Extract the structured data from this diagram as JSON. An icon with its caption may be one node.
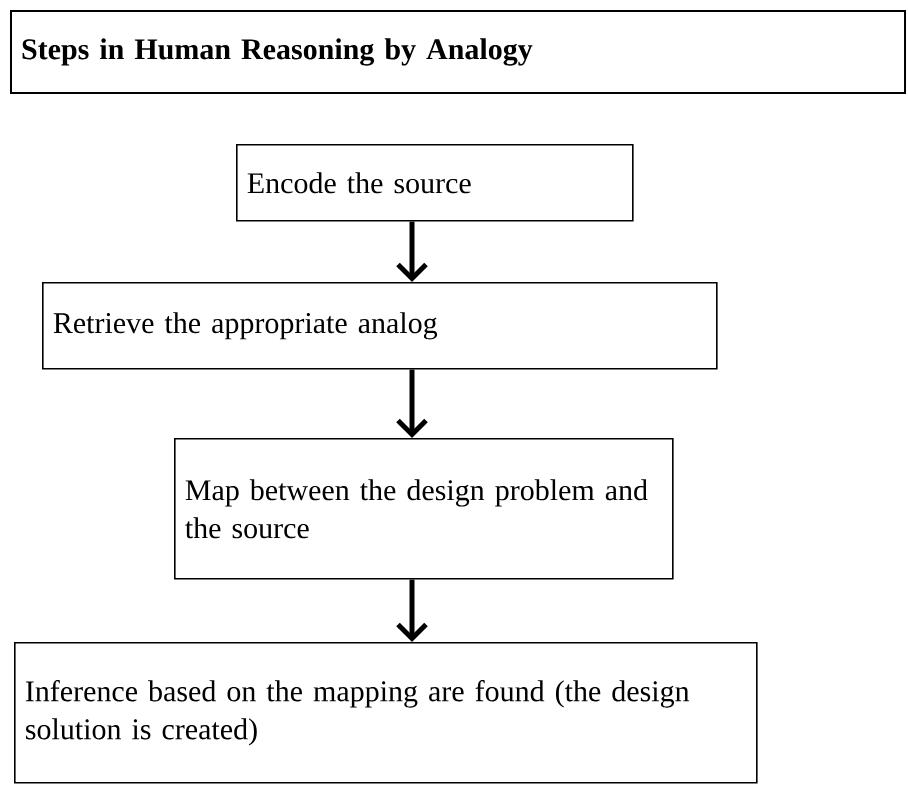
{
  "diagram": {
    "title": "Steps in Human Reasoning by Analogy",
    "nodes": [
      {
        "text": [
          "Encode the source"
        ]
      },
      {
        "text": [
          "Retrieve the appropriate analog"
        ]
      },
      {
        "text": [
          "Map between the design problem and the source"
        ]
      },
      {
        "text": [
          "Inference based on the mapping are found (the design solution is created)"
        ]
      }
    ],
    "edges": [
      {
        "from": 0,
        "to": 1,
        "arrow": "to"
      },
      {
        "from": 1,
        "to": 2,
        "arrow": "to"
      },
      {
        "from": 2,
        "to": 3,
        "arrow": "to"
      }
    ]
  }
}
